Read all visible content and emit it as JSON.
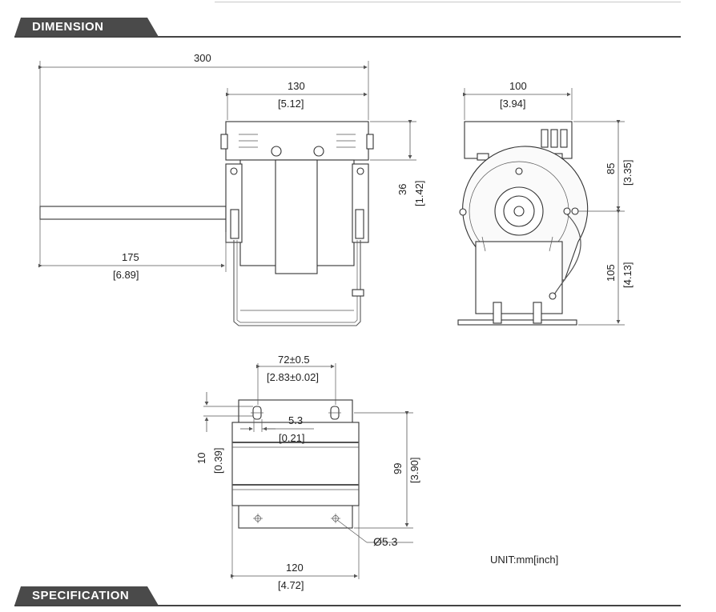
{
  "sections": {
    "dimension": "DIMENSION",
    "specification": "SPECIFICATION"
  },
  "side_view": {
    "overall": "300",
    "body": "130",
    "body_in": "[5.12]",
    "shaft": "175",
    "shaft_in": "[6.89]",
    "height": "36",
    "height_in": "[1.42]"
  },
  "front_view": {
    "width": "100",
    "width_in": "[3.94]",
    "upper": "85",
    "upper_in": "[3.35]",
    "lower": "105",
    "lower_in": "[4.13]"
  },
  "bottom_view": {
    "hole_pitch": "72±0.5",
    "hole_pitch_in": "[2.83±0.02]",
    "slot": "5.3",
    "slot_in": "[0.21]",
    "edge": "10",
    "edge_in": "[0.39]",
    "depth": "99",
    "depth_in": "[3.90]",
    "hole_dia": "Ø5.3",
    "base": "120",
    "base_in": "[4.72]"
  },
  "unit_note": "UNIT:mm[inch]"
}
